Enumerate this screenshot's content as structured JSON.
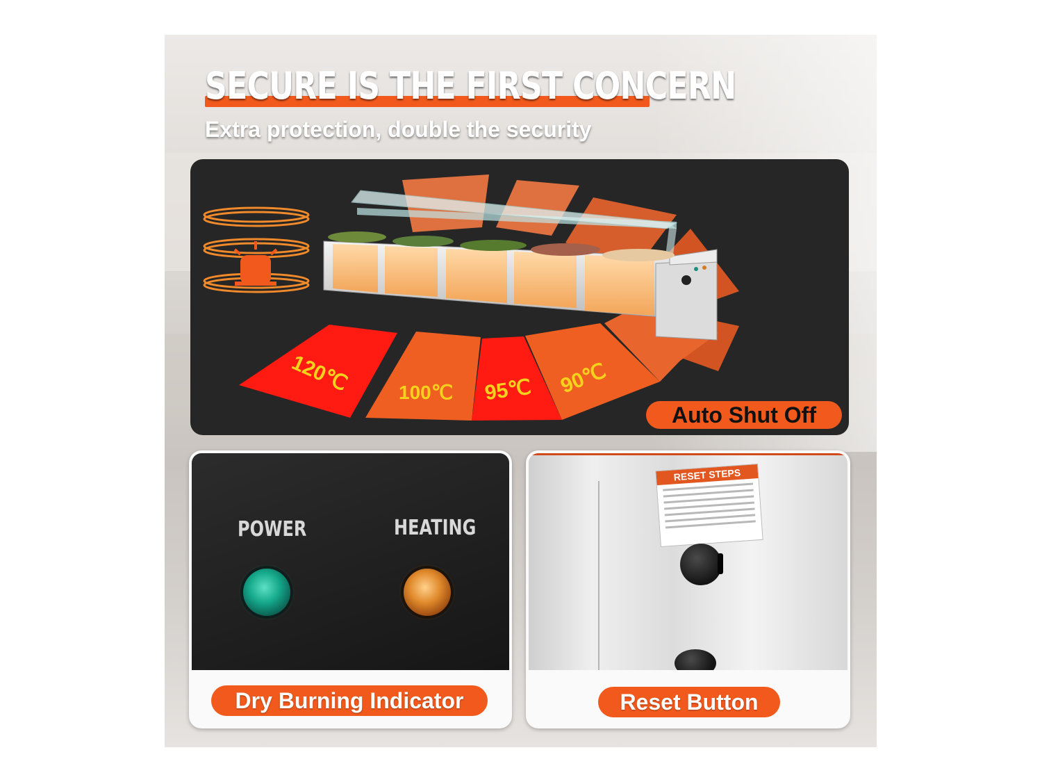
{
  "headline": "SECURE IS THE FIRST CONCERN",
  "subheadline": "Extra protection, double the security",
  "hero": {
    "temperatures": [
      "120℃",
      "100℃",
      "95℃",
      "90℃"
    ],
    "badge": "Auto Shut Off"
  },
  "left_card": {
    "power_label": "POWER",
    "heating_label": "HEATING",
    "caption": "Dry Burning Indicator"
  },
  "right_card": {
    "sticker_title": "RESET STEPS",
    "caption": "Reset Button"
  },
  "colors": {
    "accent": "#f25a1d",
    "hot_red": "#ff1a12",
    "panel_dark": "#262626"
  }
}
